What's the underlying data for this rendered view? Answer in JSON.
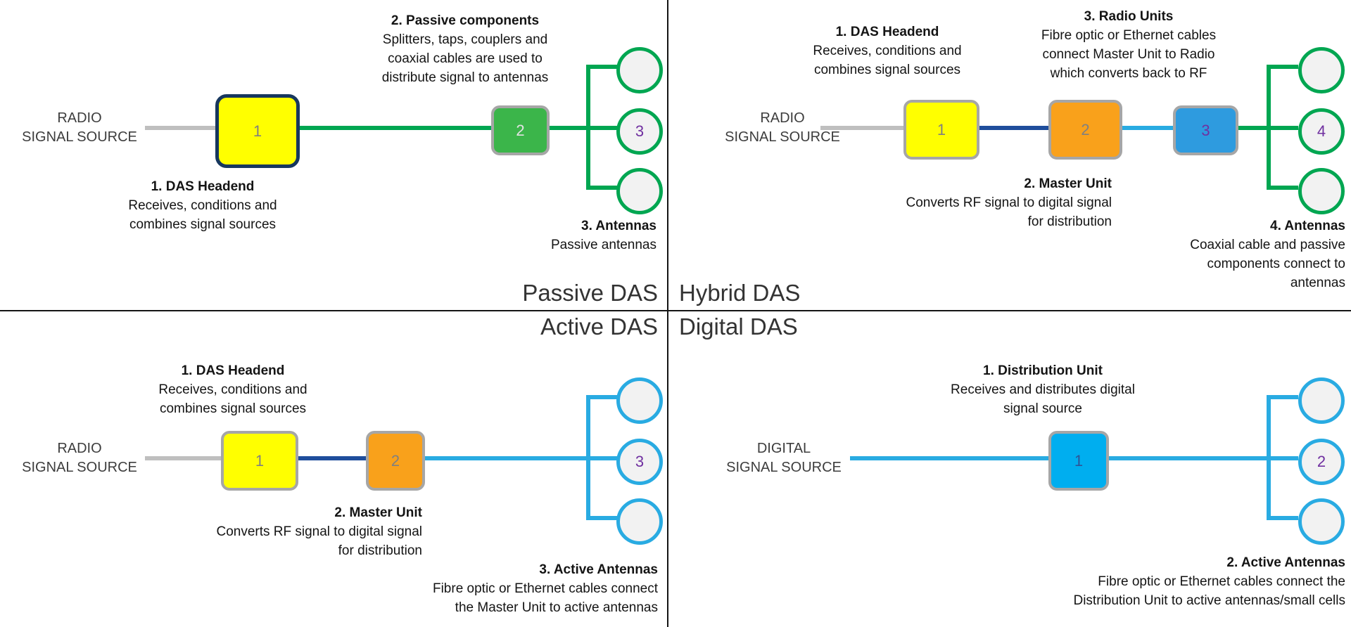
{
  "colors": {
    "yellow_box": "#FFFF00",
    "navy_border": "#17375E",
    "gray_border": "#A6A6A6",
    "green_line": "#00A651",
    "green_box": "#3BB54A",
    "orange_box": "#F9A11B",
    "blue_box": "#2E9BDF",
    "cyan_box": "#00AEEF",
    "dark_blue_line": "#1F4E9C",
    "cyan_line": "#29ABE2",
    "gray_line": "#BFBFBF",
    "antenna_fill": "#F2F2F2",
    "number_purple": "#7030A0",
    "number_gray": "#808080"
  },
  "passive": {
    "title": "Passive DAS",
    "source_line1": "RADIO",
    "source_line2": "SIGNAL SOURCE",
    "headend": {
      "num": "1",
      "title": "1. DAS Headend",
      "line1": "Receives, conditions and",
      "line2": "combines signal sources"
    },
    "components": {
      "num": "2",
      "title": "2. Passive components",
      "line1": "Splitters, taps, couplers and",
      "line2": "coaxial cables are used to",
      "line3": "distribute signal to antennas"
    },
    "antennas": {
      "num": "3",
      "title": "3. Antennas",
      "line1": "Passive antennas"
    }
  },
  "hybrid": {
    "title": "Hybrid DAS",
    "source_line1": "RADIO",
    "source_line2": "SIGNAL SOURCE",
    "headend": {
      "num": "1",
      "title": "1. DAS Headend",
      "line1": "Receives, conditions and",
      "line2": "combines signal sources"
    },
    "master": {
      "num": "2",
      "title": "2. Master Unit",
      "line1": "Converts RF signal to digital signal",
      "line2": "for distribution"
    },
    "radio_units": {
      "num": "3",
      "title": "3. Radio Units",
      "line1": "Fibre optic or Ethernet cables",
      "line2": "connect Master Unit to Radio",
      "line3": "which converts back to RF"
    },
    "antennas": {
      "num": "4",
      "title": "4. Antennas",
      "line1": "Coaxial cable and passive",
      "line2": "components connect to",
      "line3": "antennas"
    }
  },
  "active": {
    "title": "Active DAS",
    "source_line1": "RADIO",
    "source_line2": "SIGNAL SOURCE",
    "headend": {
      "num": "1",
      "title": "1. DAS Headend",
      "line1": "Receives, conditions and",
      "line2": "combines signal sources"
    },
    "master": {
      "num": "2",
      "title": "2. Master Unit",
      "line1": "Converts RF signal to digital signal",
      "line2": "for distribution"
    },
    "antennas": {
      "num": "3",
      "title": "3. Active Antennas",
      "line1": "Fibre optic or Ethernet cables connect",
      "line2": "the Master Unit to active antennas"
    }
  },
  "digital": {
    "title": "Digital DAS",
    "source_line1": "DIGITAL",
    "source_line2": "SIGNAL SOURCE",
    "distribution": {
      "num": "1",
      "title": "1. Distribution Unit",
      "line1": "Receives and distributes digital",
      "line2": "signal source"
    },
    "antennas": {
      "num": "2",
      "title": "2. Active Antennas",
      "line1": "Fibre optic or Ethernet cables connect the",
      "line2": "Distribution Unit to active antennas/small cells"
    }
  }
}
